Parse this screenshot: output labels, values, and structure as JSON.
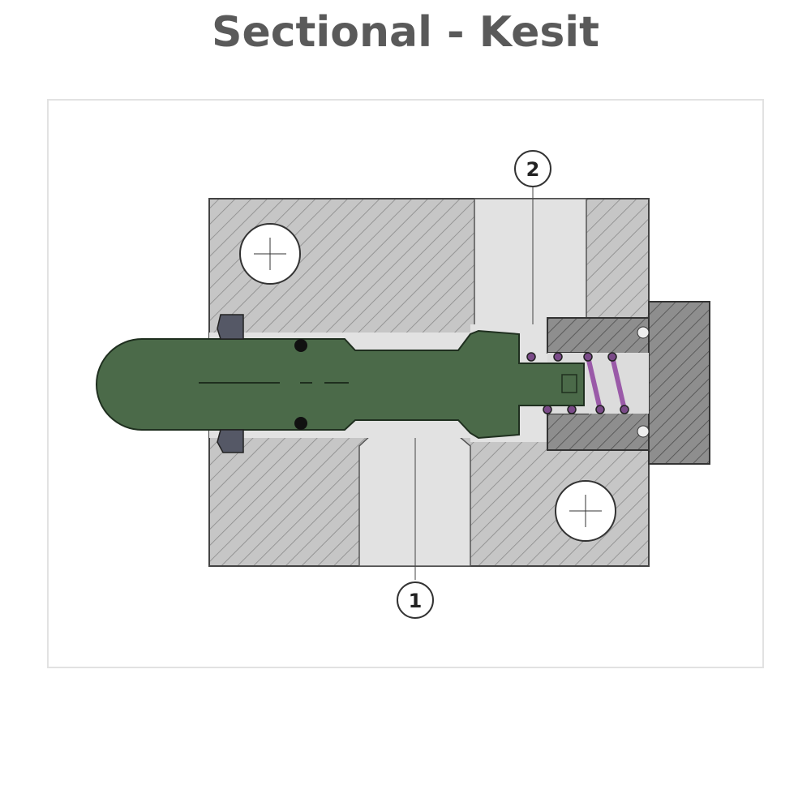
{
  "title": "Sectional - Kesit",
  "diagram": {
    "port_labels": [
      "1",
      "2"
    ],
    "colors": {
      "body": "#c4c4c4",
      "bore": "#e2e2e2",
      "spool": "#4b6a49",
      "spring": "#9a5aa8",
      "cap": "#8c8c8c",
      "seal": "#555866"
    }
  }
}
